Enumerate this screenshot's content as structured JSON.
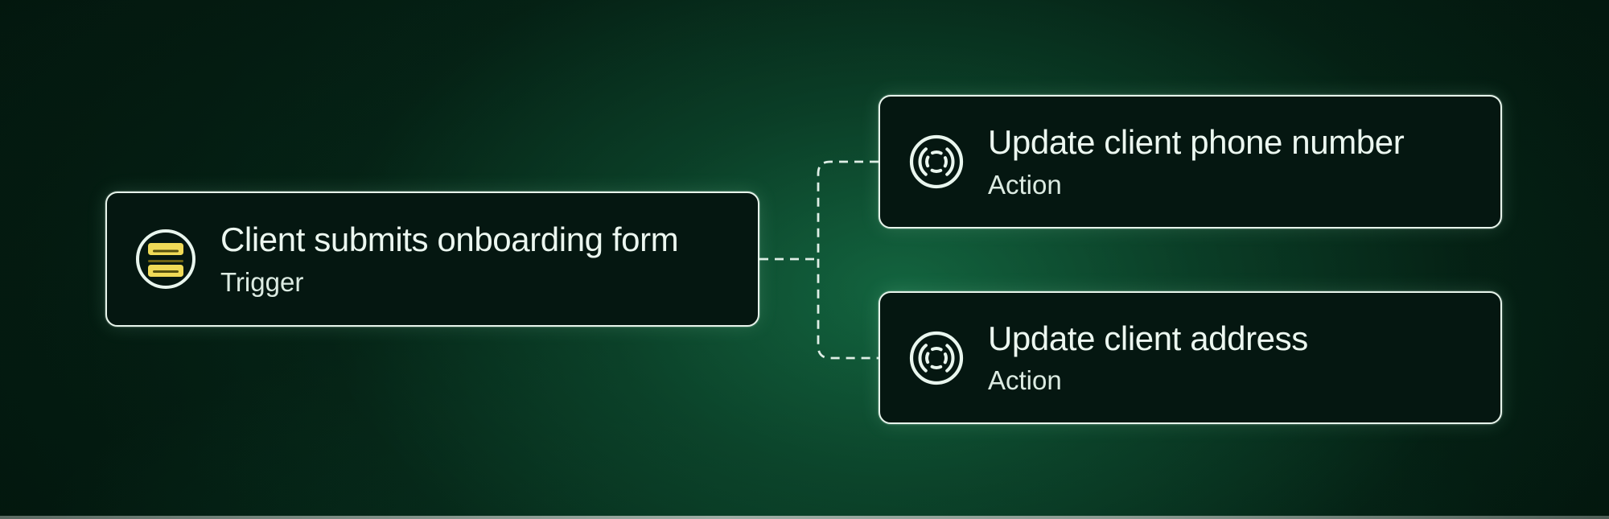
{
  "workflow": {
    "trigger": {
      "title": "Client submits onboarding form",
      "type_label": "Trigger",
      "icon": "form-fields-icon"
    },
    "actions": [
      {
        "title": "Update client phone number",
        "type_label": "Action",
        "icon": "circular-action-icon"
      },
      {
        "title": "Update client address",
        "type_label": "Action",
        "icon": "circular-action-icon"
      }
    ]
  },
  "colors": {
    "background_dark": "#02140c",
    "background_glow": "#11583a",
    "card_background": "#051711",
    "card_border": "#e7f4eb",
    "title_text": "#ecf7f0",
    "subtitle_text": "#dcebe2",
    "connector_dash": "#dfeee6",
    "icon_stroke": "#e9f6ee",
    "trigger_icon_yellow": "#f0da57",
    "trigger_icon_dark_line": "#57510e",
    "trigger_icon_divider": "#6e6414",
    "bottom_strip": "#a5b3ab"
  }
}
